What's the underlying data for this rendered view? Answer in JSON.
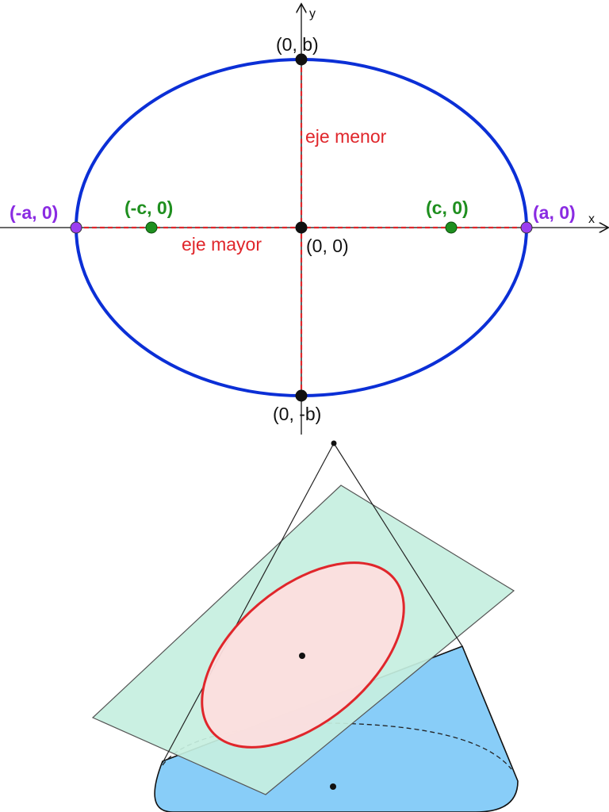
{
  "axes": {
    "x_name": "x",
    "y_name": "y"
  },
  "points": {
    "top": "(0, b)",
    "bottom": "(0, -b)",
    "center": "(0, 0)",
    "left_vertex": "(-a, 0)",
    "right_vertex": "(a, 0)",
    "left_focus": "(-c, 0)",
    "right_focus": "(c, 0)"
  },
  "axis_labels": {
    "minor": "eje menor",
    "major": "eje mayor"
  },
  "colors": {
    "ellipse": "#0b2fd6",
    "axes_dashed": "#e0262b",
    "focus": "#1f8f1f",
    "vertex": "#8a2be2",
    "plane": "#c6efe0",
    "cone": "#88cdf8",
    "section_fill": "#fcdede",
    "section_stroke": "#e0262b"
  }
}
